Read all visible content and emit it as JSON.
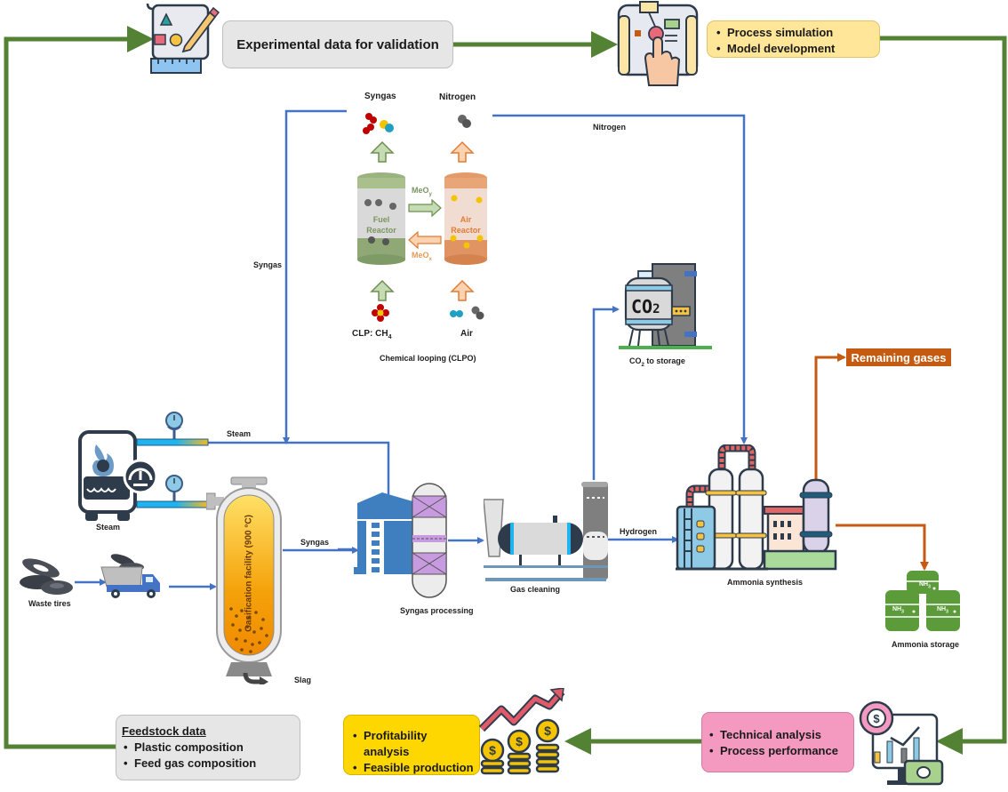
{
  "top": {
    "experimental_box": "Experimental data for validation",
    "simulation_box": [
      "Process simulation",
      "Model development"
    ]
  },
  "chemical_looping": {
    "title": "Chemical looping (CLPO)",
    "syngas_top": "Syngas",
    "nitrogen_top": "Nitrogen",
    "fuel_reactor": [
      "Fuel",
      "Reactor"
    ],
    "air_reactor": [
      "Air",
      "Reactor"
    ],
    "meo_y": "MeO",
    "meo_y_sub": "y",
    "meo_x": "MeO",
    "meo_x_sub": "x",
    "clp_input": "CLP: CH",
    "clp_input_sub": "4",
    "air_input": "Air"
  },
  "flow_labels": {
    "syngas_left": "Syngas",
    "nitrogen_line": "Nitrogen",
    "steam_line": "Steam",
    "syngas_out": "Syngas",
    "hydrogen": "Hydrogen",
    "slag": "Slag"
  },
  "units": {
    "steam_generator": "Steam",
    "waste_tires": "Waste tires",
    "gasifier": "Gasification facility (900 °C)",
    "syngas_processing": "Syngas processing",
    "gas_cleaning": "Gas cleaning",
    "co2_storage": "CO",
    "co2_storage_sub": "2",
    "co2_storage_suffix": " to storage",
    "co2_tank_text": "CO",
    "co2_tank_sub": "2",
    "ammonia_synthesis": "Ammonia synthesis",
    "ammonia_storage": "Ammonia storage",
    "nh3": "NH",
    "nh3_sub": "3",
    "remaining_gases": "Remaining gases"
  },
  "bottom": {
    "feedstock_title": "Feedstock data",
    "feedstock_items": [
      "Plastic composition",
      "Feed gas composition"
    ],
    "profit_items": [
      "Profitability analysis",
      "Feasible production"
    ],
    "technical_items": [
      "Technical analysis",
      "Process performance"
    ]
  },
  "colors": {
    "green_loop": "#548235",
    "blue_flow": "#4472c4",
    "orange_flow": "#c55a11",
    "grey_box": "#e7e6e6",
    "yellow_box": "#ffe699",
    "profit_box": "#ffd700",
    "pink_box": "#f49ac1"
  }
}
